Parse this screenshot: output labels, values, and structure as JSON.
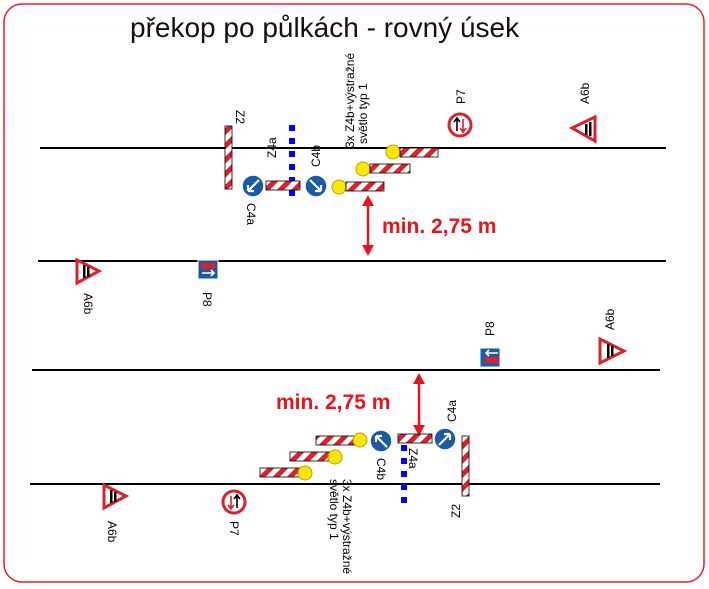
{
  "title": "překop po půlkách - rovný úsek",
  "colors": {
    "frame": "#e31e24",
    "road_line": "#000000",
    "dimension": "#e8161b",
    "sign_blue": "#1a5aa6",
    "sign_red": "#d8232a",
    "barrier_red": "#d8232a",
    "warning_light": "#ffe600",
    "marker_blue": "#0000ff"
  },
  "top": {
    "labels": {
      "z2": "Z2",
      "z4a": "Z4a",
      "c4b": "C4b",
      "c4a": "C4a",
      "lights_line1": "3x Z4b+výstražné",
      "lights_line2": "světlo typ 1",
      "p7": "P7",
      "a6b_upper": "A6b",
      "a6b_lower": "A6b",
      "p8": "P8"
    },
    "dimension": "min. 2,75 m"
  },
  "bottom": {
    "labels": {
      "p8": "P8",
      "a6b_upper": "A6b",
      "c4a": "C4a",
      "z4a": "Z4a",
      "c4b": "C4b",
      "z2": "Z2",
      "lights_line1": "3x Z4b+výstražné",
      "lights_line2": "světlo typ 1",
      "p7": "P7",
      "a6b_lower": "A6b"
    },
    "dimension": "min. 2,75 m"
  }
}
